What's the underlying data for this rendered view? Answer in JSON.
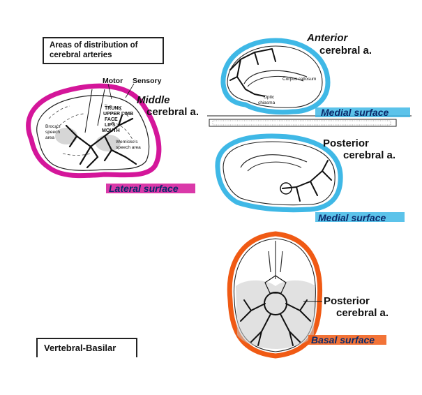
{
  "title": "Areas of distribution of cerebral arteries",
  "bottom_box": "Vertebral-Basilar",
  "lateral": {
    "surface": "Lateral surface",
    "artery_line1": "Middle",
    "artery_line2": "cerebral a.",
    "motor": "Motor",
    "sensory": "Sensory",
    "homunculus": [
      "TRUNK",
      "UPPER LIMB",
      "FACE",
      "LIPS",
      "MOUTH"
    ],
    "broca": [
      "Broca's",
      "speech",
      "area"
    ],
    "wernicke": [
      "Wernicke's",
      "speech area"
    ]
  },
  "anterior": {
    "artery_line1": "Anterior",
    "artery_line2": "cerebral a.",
    "surface": "Medial surface",
    "corpus": "Corpus callosum",
    "optic": [
      "Optic",
      "chiasma"
    ]
  },
  "posterior_medial": {
    "artery_line1": "Posterior",
    "artery_line2": "cerebral a.",
    "surface": "Medial surface"
  },
  "basal": {
    "artery_line1": "Posterior",
    "artery_line2": "cerebral a.",
    "surface": "Basal surface"
  },
  "colors": {
    "lateral_highlight": "#d4169a",
    "medial_highlight": "#3fb8e6",
    "basal_highlight": "#f05a14",
    "surface_text": "#0b2a6b"
  }
}
